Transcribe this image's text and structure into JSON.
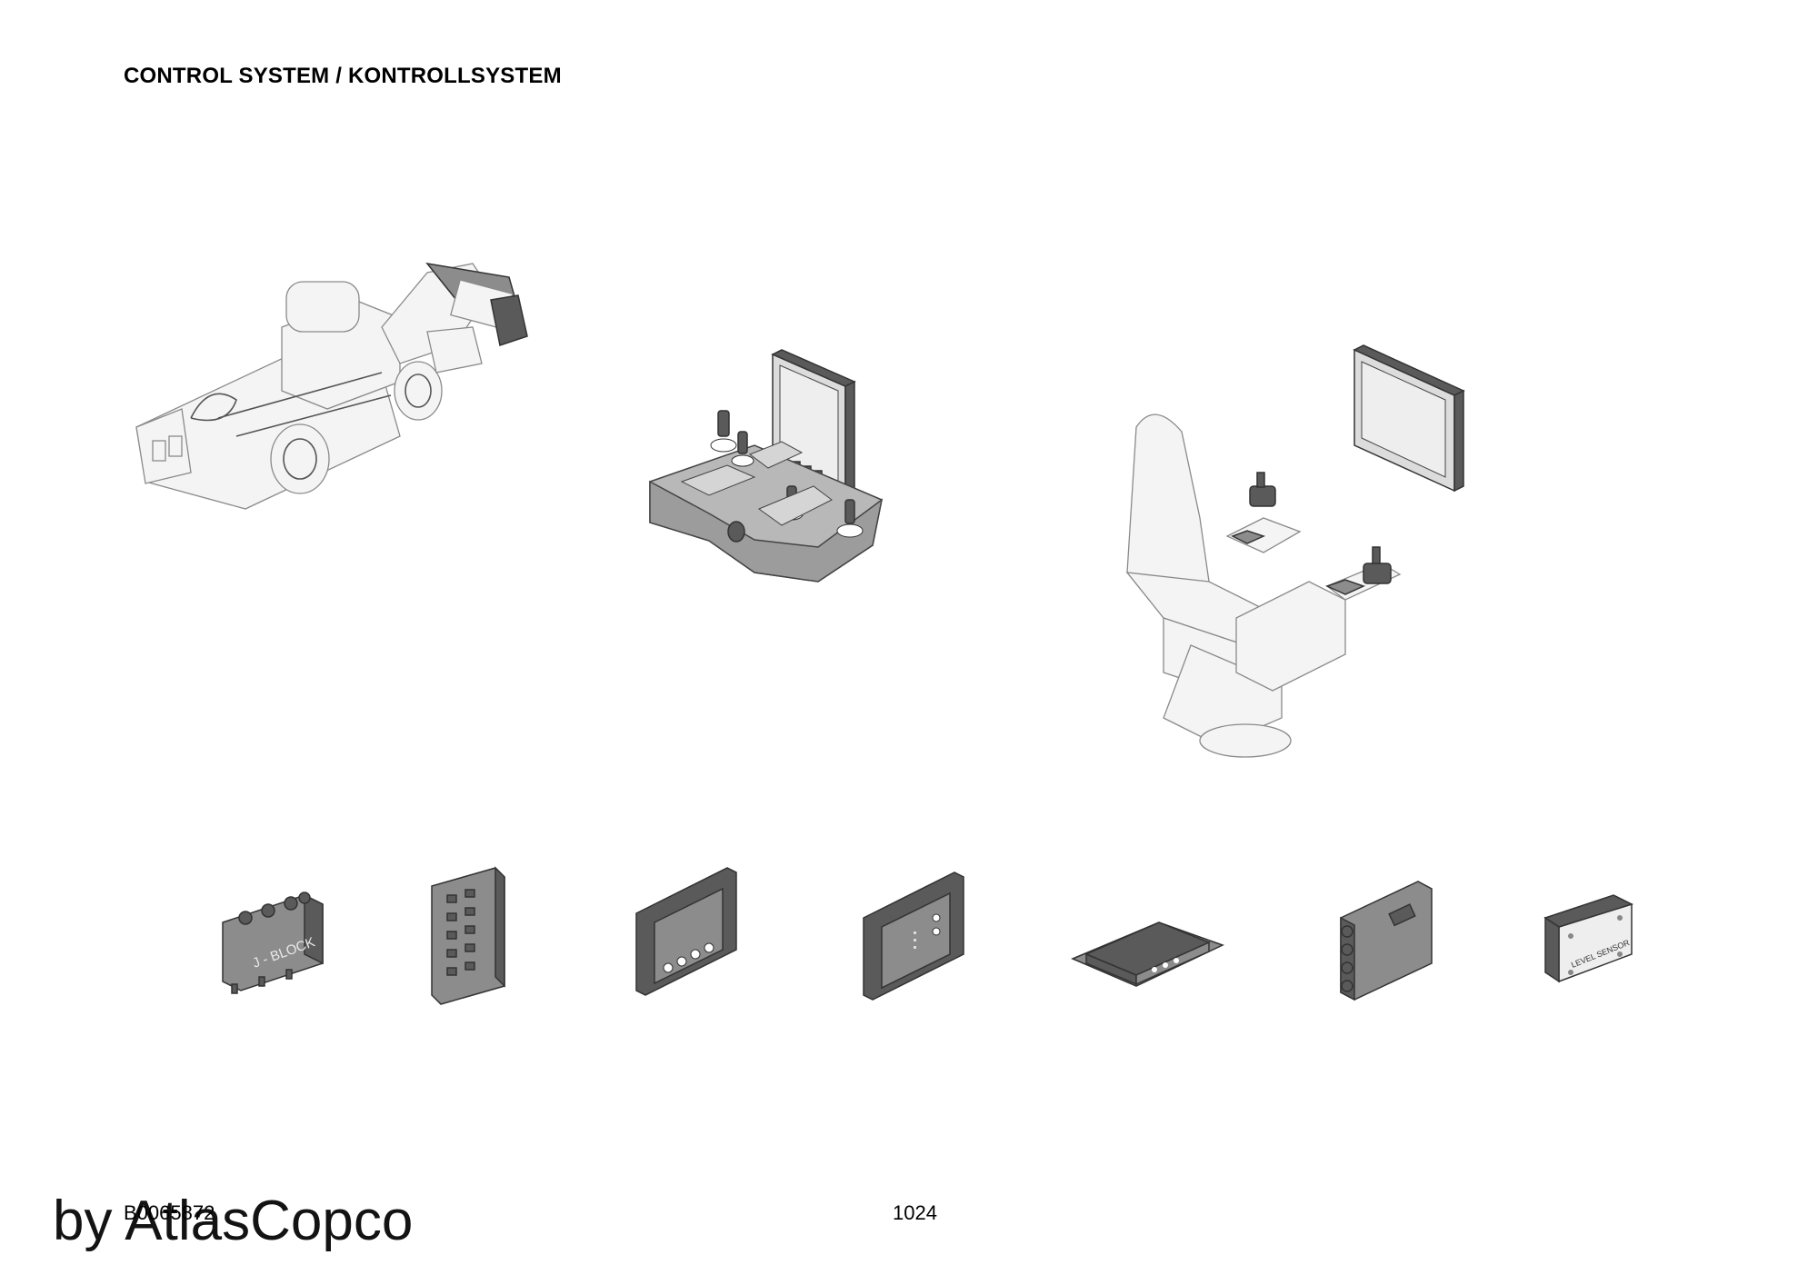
{
  "header": {
    "title": "CONTROL SYSTEM / KONTROLLSYSTEM"
  },
  "footer": {
    "doc_number": "B0065872",
    "page_number": "1024"
  },
  "watermark": {
    "text": "by AtlasCopco"
  },
  "components": {
    "jblock_label": "J - BLOCK",
    "level_sensor_label": "LEVEL SENSOR"
  }
}
